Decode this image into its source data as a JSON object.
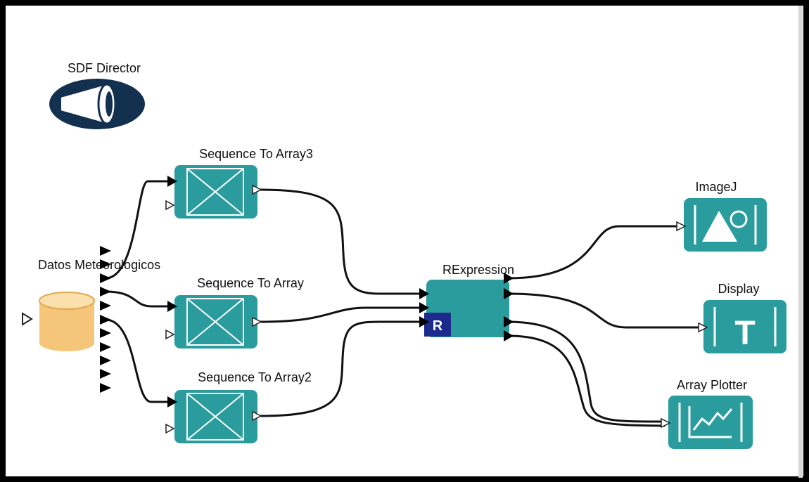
{
  "director": {
    "label": "SDF Director",
    "icon": "megaphone-icon"
  },
  "actors": {
    "datos": {
      "label": "Datos Meteorologicos",
      "icon": "database-icon"
    },
    "seq3": {
      "label": "Sequence To Array3",
      "icon": "bowtie-icon"
    },
    "seq": {
      "label": "Sequence To Array",
      "icon": "bowtie-icon"
    },
    "seq2": {
      "label": "Sequence To Array2",
      "icon": "bowtie-icon"
    },
    "rexpr": {
      "label": "RExpression",
      "badge": "R",
      "icon": "r-badge-icon"
    },
    "imagej": {
      "label": "ImageJ",
      "icon": "mountain-image-icon"
    },
    "display": {
      "label": "Display",
      "glyph": "T",
      "icon": "text-t-icon"
    },
    "plotter": {
      "label": "Array Plotter",
      "icon": "line-chart-icon"
    }
  },
  "colors": {
    "actor_fill": "#2a9c9e",
    "director_fill": "#13304f",
    "db_fill": "#f5c679",
    "badge_fill": "#1c2a8c",
    "frame": "#000000"
  }
}
